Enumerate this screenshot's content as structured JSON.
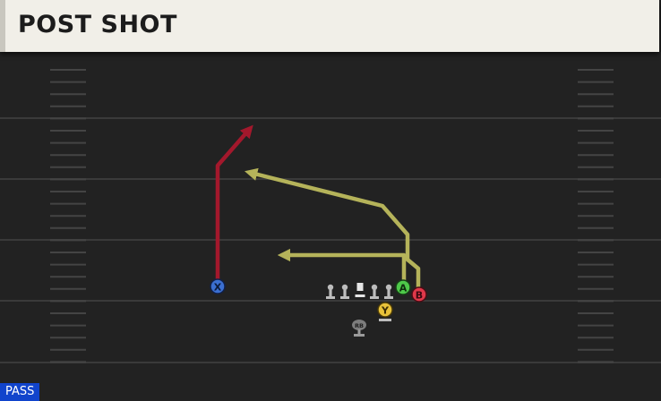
{
  "play": {
    "name": "POST SHOT",
    "type_badge": "PASS"
  },
  "players": {
    "X": {
      "label": "X",
      "color": "#3b6fd1"
    },
    "A": {
      "label": "A",
      "color": "#4ec94a"
    },
    "B": {
      "label": "B",
      "color": "#e0384a"
    },
    "Y": {
      "label": "Y",
      "color": "#e8c23a"
    },
    "RB": {
      "label": "RB",
      "color": "#8a8a8a"
    }
  },
  "colors": {
    "route_x": "#a3182c",
    "route_yellow": "#b5b35a",
    "field": "#222222",
    "yard_lines": "#3a3a3a",
    "hash_marks": "#4a4a4a",
    "lineman": "#bdbdbd"
  }
}
